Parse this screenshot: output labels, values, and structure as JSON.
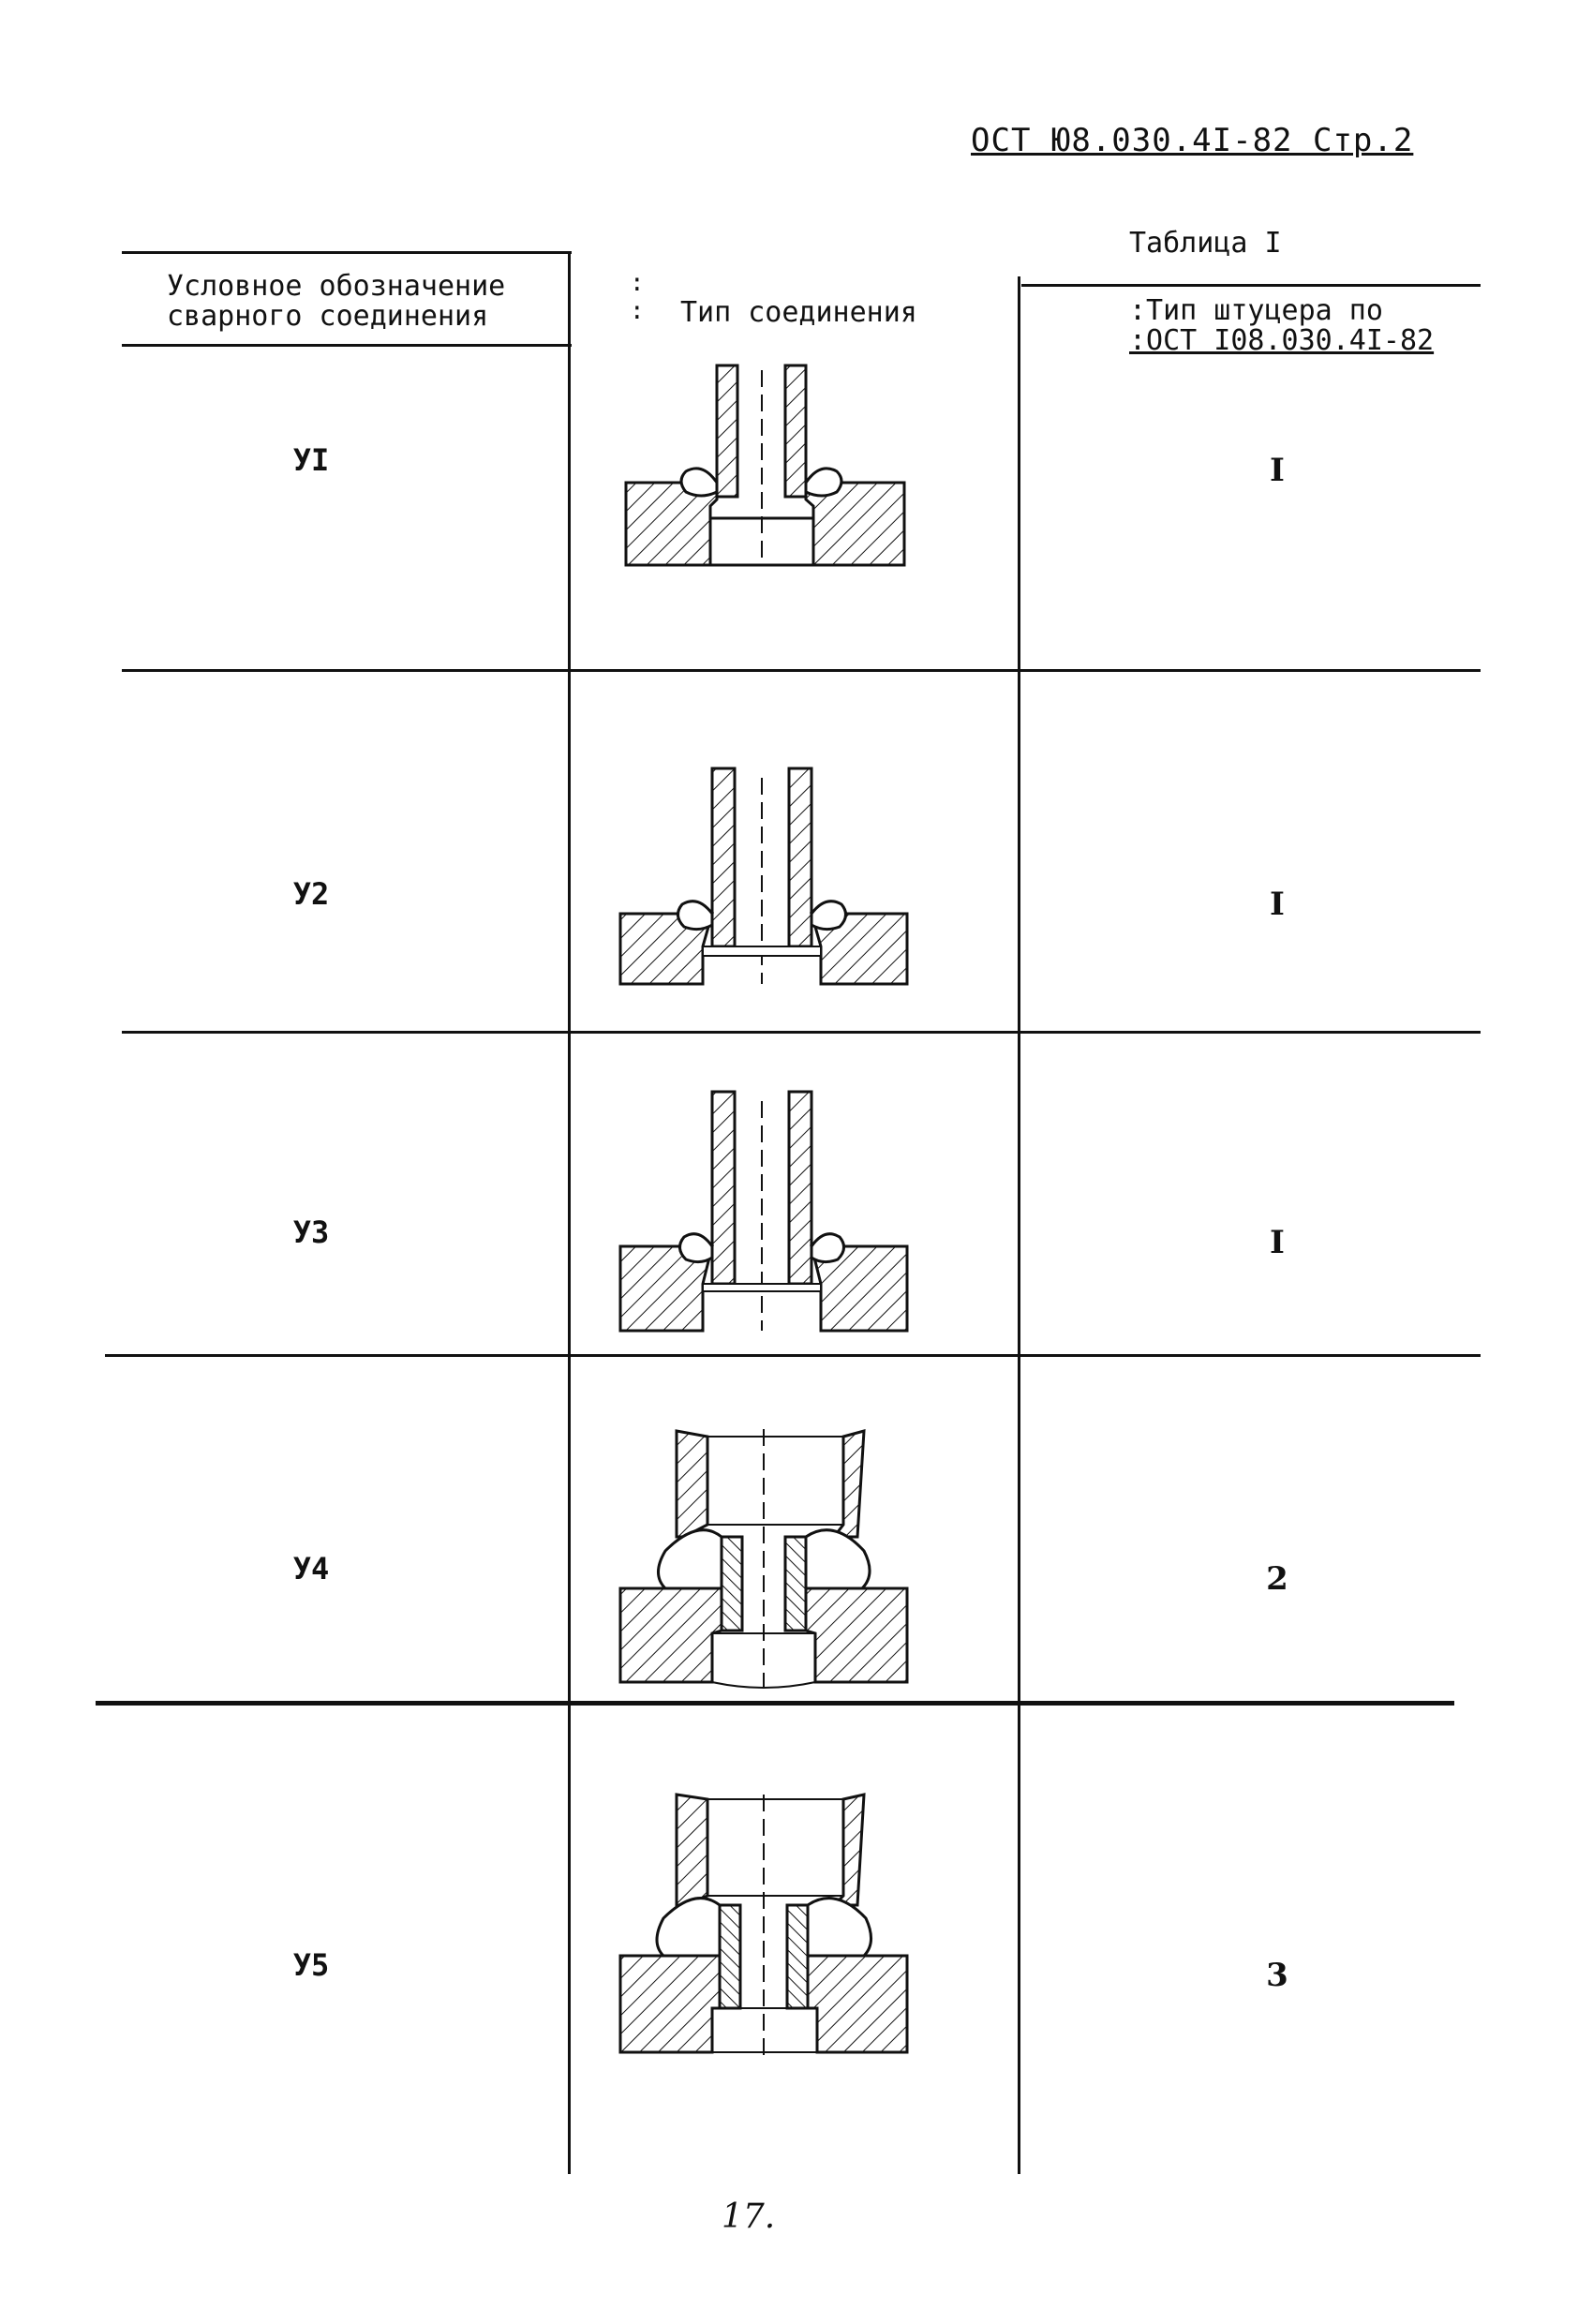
{
  "document": {
    "header": "ОСТ Ю8.030.4I-82 Стр.2",
    "table_caption": "Таблица I",
    "page_number": "17."
  },
  "table": {
    "columns": [
      {
        "line1": "Условное обозначение",
        "line2": "сварного соединения"
      },
      {
        "line1": "Тип соединения",
        "line2": ""
      },
      {
        "line1": ":Тип штуцера по",
        "line2": ":ОСТ I08.030.4I-82"
      }
    ],
    "rows": [
      {
        "designation": "УI",
        "joint_sketch": "socket-weld-joint-diagram",
        "fitting_type": "I"
      },
      {
        "designation": "У2",
        "joint_sketch": "socket-weld-joint-diagram",
        "fitting_type": "I"
      },
      {
        "designation": "У3",
        "joint_sketch": "socket-weld-joint-diagram",
        "fitting_type": "I"
      },
      {
        "designation": "У4",
        "joint_sketch": "nipple-weld-joint-diagram",
        "fitting_type": "2"
      },
      {
        "designation": "У5",
        "joint_sketch": "nipple-weld-joint-diagram",
        "fitting_type": "3"
      }
    ]
  }
}
